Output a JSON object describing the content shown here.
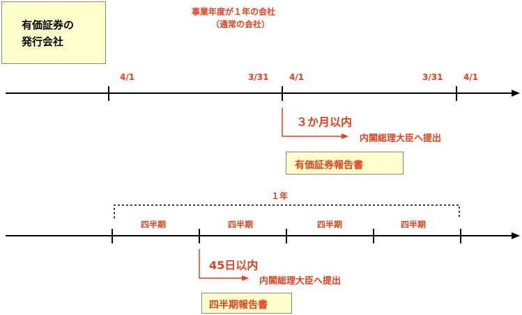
{
  "issuer_box": {
    "line1": "有価証券の",
    "line2": "発行会社"
  },
  "header": {
    "line1": "事業年度が１年の会社",
    "line2": "（通常の会社）"
  },
  "timeline1": {
    "dates": [
      "4/1",
      "3/31",
      "4/1",
      "3/31",
      "4/1"
    ],
    "deadline": "３か月以内",
    "submit_to": "内閣総理大臣へ提出",
    "report": "有価証券報告書"
  },
  "timeline2": {
    "year_label": "１年",
    "quarters": [
      "四半期",
      "四半期",
      "四半期",
      "四半期"
    ],
    "deadline": "45日以内",
    "submit_to": "内閣総理大臣へ提出",
    "report": "四半期報告書"
  },
  "colors": {
    "accent": "#e8401c",
    "box_fill": "#ffffcc",
    "line": "#000000"
  }
}
